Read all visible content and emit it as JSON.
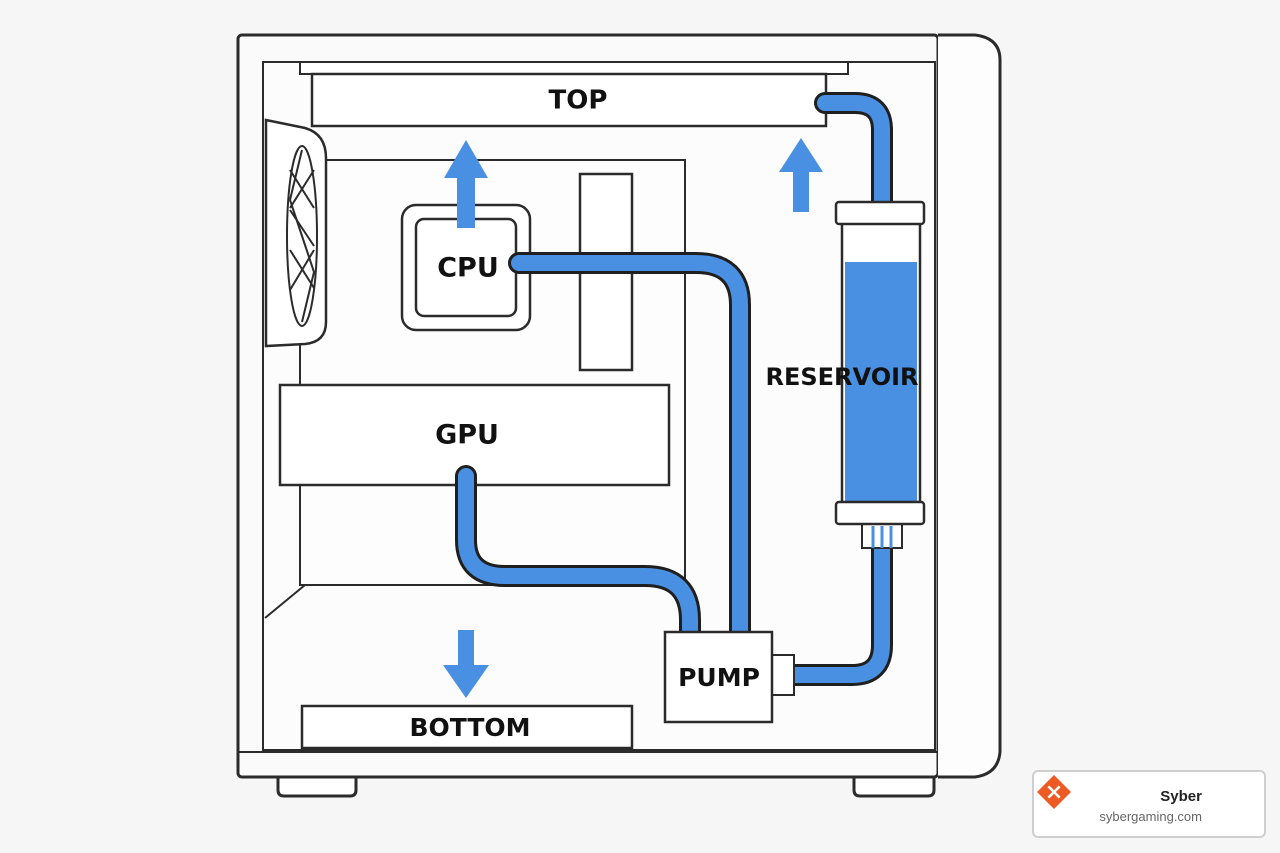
{
  "labels": {
    "top": "TOP",
    "cpu": "CPU",
    "gpu": "GPU",
    "reservoir": "RESERVOIR",
    "pump": "PUMP",
    "bottom": "BOTTOM"
  },
  "watermark": {
    "name": "Syber",
    "url": "sybergaming.com"
  },
  "colors": {
    "tube": "#4a90e2",
    "coolant": "#4a90e2",
    "arrow": "#4a90e2",
    "outline": "#2b2b2b",
    "logo": "#ee5a24"
  }
}
